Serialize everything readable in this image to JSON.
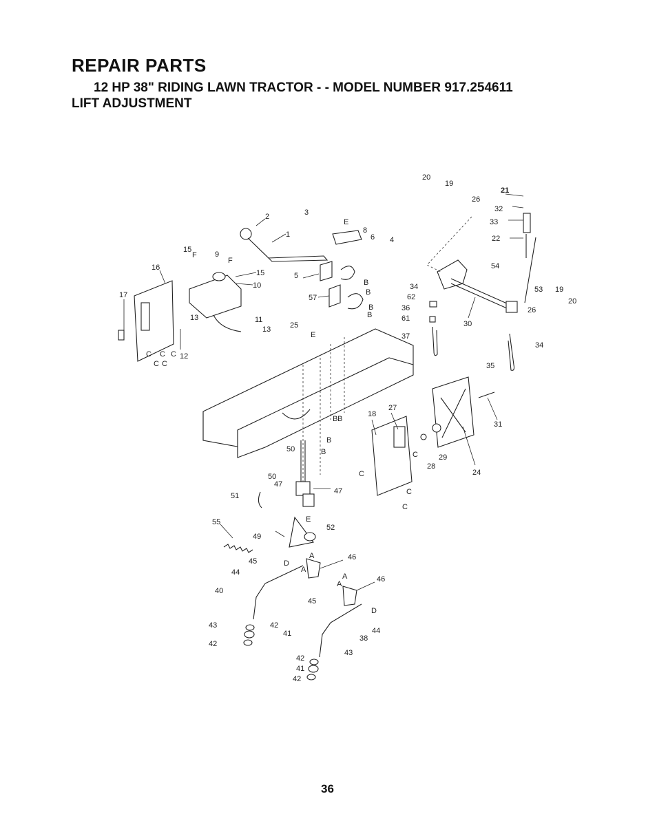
{
  "header": {
    "title": "REPAIR PARTS",
    "subtitle": "12 HP 38\" RIDING LAWN TRACTOR - - MODEL NUMBER 917.254611",
    "section": "LIFT ADJUSTMENT"
  },
  "page_number": "36",
  "callouts": [
    "1",
    "2",
    "3",
    "4",
    "5",
    "6",
    "8",
    "9",
    "10",
    "11",
    "12",
    "13",
    "15",
    "16",
    "17",
    "18",
    "19",
    "20",
    "21",
    "22",
    "24",
    "25",
    "26",
    "27",
    "28",
    "29",
    "30",
    "31",
    "32",
    "33",
    "34",
    "35",
    "36",
    "37",
    "38",
    "40",
    "41",
    "42",
    "43",
    "44",
    "45",
    "46",
    "47",
    "49",
    "50",
    "51",
    "52",
    "53",
    "54",
    "55",
    "57",
    "61",
    "62"
  ],
  "connector_letters": [
    "A",
    "B",
    "C",
    "D",
    "E",
    "F"
  ]
}
